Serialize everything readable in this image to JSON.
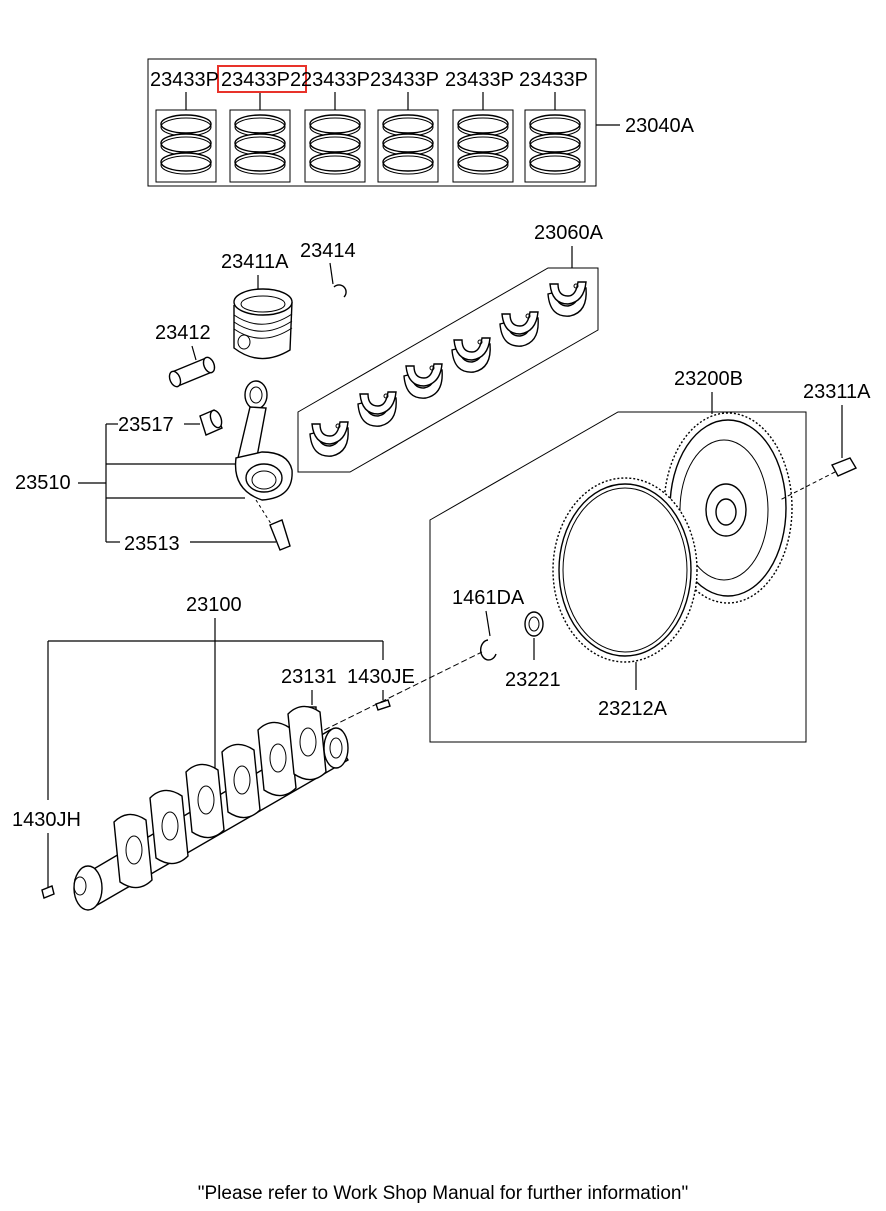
{
  "labels": {
    "ring_set_a": "23433P",
    "ring_set_b": "23433P2",
    "ring_set_c": "23433P",
    "ring_set_d": "23433P",
    "ring_set_e": "23433P",
    "ring_set_f": "23433P",
    "ring_assembly": "23040A",
    "bearing_set": "23060A",
    "piston": "23411A",
    "snap_ring": "23414",
    "piston_pin": "23412",
    "bushing": "23517",
    "conrod_assy": "23510",
    "conrod_bolt": "23513",
    "flywheel": "23200B",
    "flywheel_bolt": "23311A",
    "crankshaft": "23100",
    "bearing_snap": "1461DA",
    "pilot_bearing": "23221",
    "ring_gear": "23212A",
    "key": "23131",
    "pin_je": "1430JE",
    "pin_jh": "1430JH"
  },
  "highlight": {
    "part": "23433P2",
    "color": "#e8322a"
  },
  "footer": "\"Please refer to Work Shop Manual for further information\""
}
